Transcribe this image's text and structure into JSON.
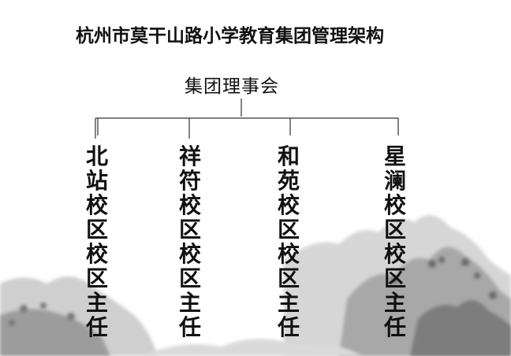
{
  "title": "杭州市莫干山路小学教育集团管理架构",
  "root": {
    "label": "集团理事会"
  },
  "branches": [
    {
      "label": "北站校区校区主任",
      "chars": [
        "北",
        "站",
        "校",
        "区",
        "校",
        "区",
        "主",
        "任"
      ]
    },
    {
      "label": "祥符校区校区主任",
      "chars": [
        "祥",
        "符",
        "校",
        "区",
        "校",
        "区",
        "主",
        "任"
      ]
    },
    {
      "label": "和苑校区校区主任",
      "chars": [
        "和",
        "苑",
        "校",
        "区",
        "校",
        "区",
        "主",
        "任"
      ]
    },
    {
      "label": "星澜校区校区主任",
      "chars": [
        "星",
        "澜",
        "校",
        "区",
        "校",
        "区",
        "主",
        "任"
      ]
    }
  ],
  "colors": {
    "text": "#111111",
    "line": "#333333",
    "ink_wash": "#8e8e8e"
  }
}
